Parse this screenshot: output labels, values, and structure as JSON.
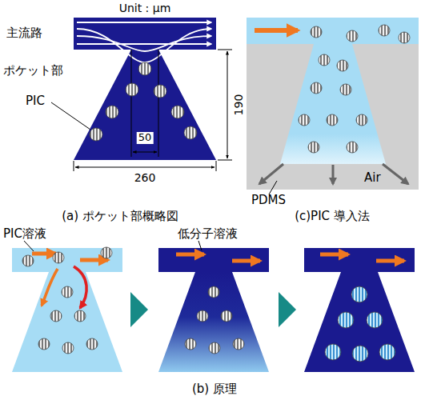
{
  "diagram": {
    "labels": [
      "Unit : μm",
      "主流路",
      "ポケット部",
      "PIC",
      "190",
      "50",
      "260",
      "(a) ポケット部概略図",
      "PDMS",
      "Air",
      "(c)PIC 導入法",
      "PIC溶液",
      "低分子溶液",
      "(b) 原理"
    ]
  }
}
